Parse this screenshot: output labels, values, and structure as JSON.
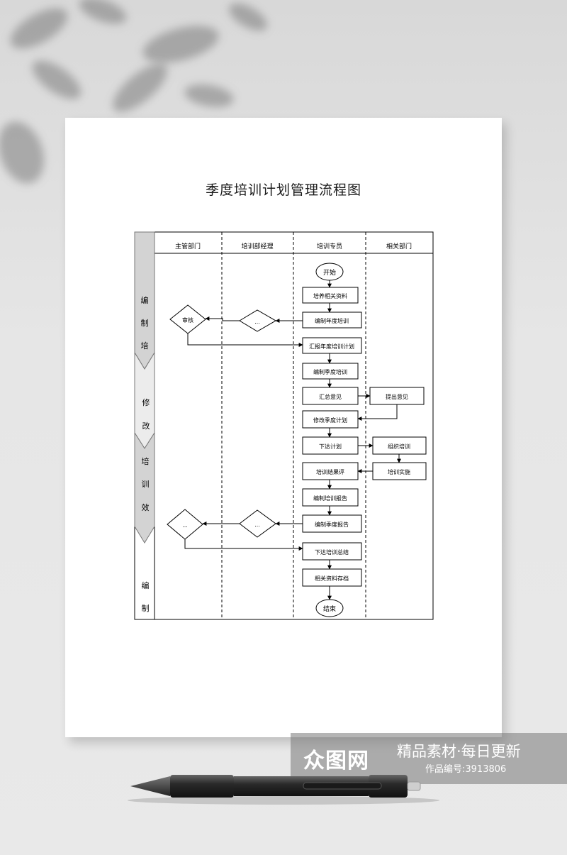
{
  "document": {
    "title": "季度培训计划管理流程图"
  },
  "flowchart": {
    "lanes": [
      "主管部门",
      "培训部经理",
      "培训专员",
      "相关部门"
    ],
    "side_stages": [
      {
        "chars": [
          "编",
          "制",
          "培"
        ]
      },
      {
        "chars": [
          "修",
          "改"
        ]
      },
      {
        "chars": [
          "培",
          "训",
          "效"
        ]
      },
      {
        "chars": [
          "编",
          "制"
        ]
      }
    ],
    "nodes": {
      "start": "开始",
      "n1": "培养相关资料",
      "n2": "编制年度培训",
      "n3": "汇报年度培训计划",
      "n4": "编制季度培训",
      "n5": "汇总意见",
      "n6": "提出意见",
      "n7": "修改季度计划",
      "n8": "下达计划",
      "n9": "组织培训",
      "n10": "培训结果评",
      "n11": "培训实施",
      "n12": "编制培训报告",
      "n13": "编制季度报告",
      "n14": "下达培训总结",
      "n15": "相关资料存档",
      "end": "结束",
      "d1": "审核",
      "d2": "...",
      "d3": "...",
      "d4": "..."
    }
  },
  "watermark": {
    "logo": "众图网",
    "slogan": "精品素材·每日更新",
    "work_id": "作品编号:3913806"
  }
}
